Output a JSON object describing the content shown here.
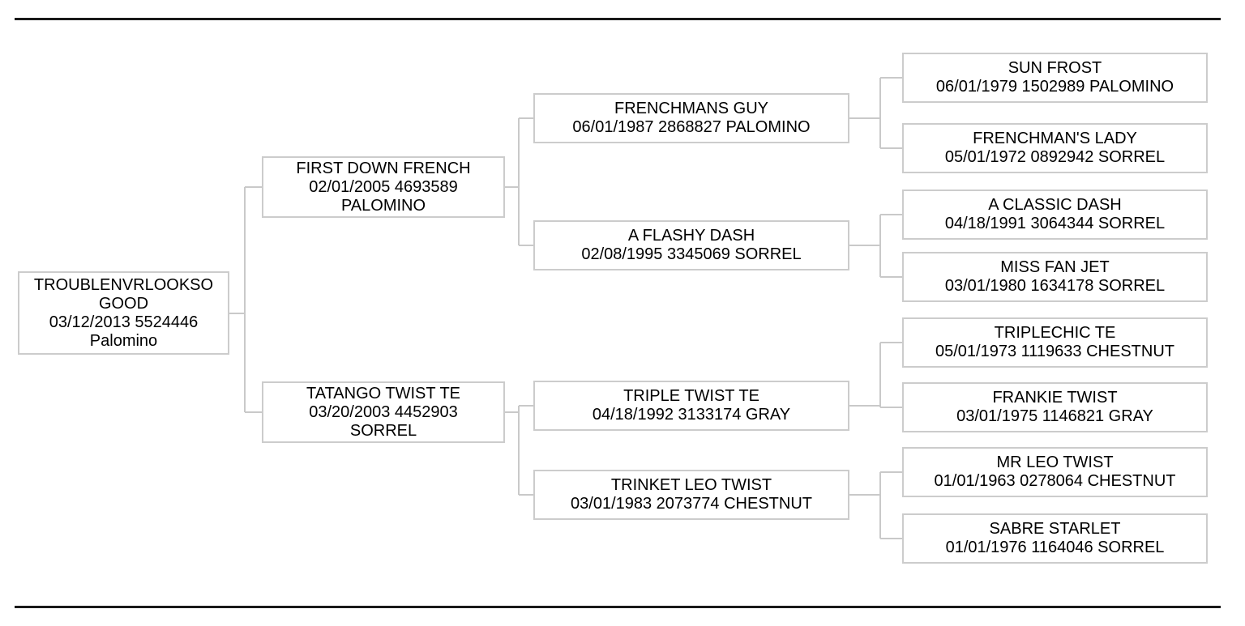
{
  "colors": {
    "rule": "#1a1a1a",
    "box_border": "#cccccc",
    "connector": "#c9c9c9",
    "text": "#000000",
    "bg": "#ffffff"
  },
  "nodes": {
    "subject": {
      "lines": [
        "TROUBLENVRLOOKSO GOOD",
        "03/12/2013 5524446",
        "Palomino"
      ]
    },
    "sire": {
      "lines": [
        "FIRST DOWN FRENCH",
        "02/01/2005 4693589",
        "PALOMINO"
      ]
    },
    "dam": {
      "lines": [
        "TATANGO TWIST TE",
        "03/20/2003 4452903",
        "SORREL"
      ]
    },
    "sire_sire": {
      "lines": [
        "FRENCHMANS GUY",
        "06/01/1987 2868827 PALOMINO"
      ]
    },
    "sire_dam": {
      "lines": [
        "A FLASHY DASH",
        "02/08/1995 3345069 SORREL"
      ]
    },
    "dam_sire": {
      "lines": [
        "TRIPLE TWIST TE",
        "04/18/1992 3133174 GRAY"
      ]
    },
    "dam_dam": {
      "lines": [
        "TRINKET LEO TWIST",
        "03/01/1983 2073774 CHESTNUT"
      ]
    },
    "sire_sire_sire": {
      "lines": [
        "SUN FROST",
        "06/01/1979 1502989 PALOMINO"
      ]
    },
    "sire_sire_dam": {
      "lines": [
        "FRENCHMAN'S LADY",
        "05/01/1972 0892942 SORREL"
      ]
    },
    "sire_dam_sire": {
      "lines": [
        "A CLASSIC DASH",
        "04/18/1991 3064344 SORREL"
      ]
    },
    "sire_dam_dam": {
      "lines": [
        "MISS FAN JET",
        "03/01/1980 1634178 SORREL"
      ]
    },
    "dam_sire_sire": {
      "lines": [
        "TRIPLECHIC TE",
        "05/01/1973 1119633 CHESTNUT"
      ]
    },
    "dam_sire_dam": {
      "lines": [
        "FRANKIE TWIST",
        "03/01/1975 1146821 GRAY"
      ]
    },
    "dam_dam_sire": {
      "lines": [
        "MR LEO TWIST",
        "01/01/1963 0278064 CHESTNUT"
      ]
    },
    "dam_dam_dam": {
      "lines": [
        "SABRE STARLET",
        "01/01/1976 1164046 SORREL"
      ]
    }
  }
}
